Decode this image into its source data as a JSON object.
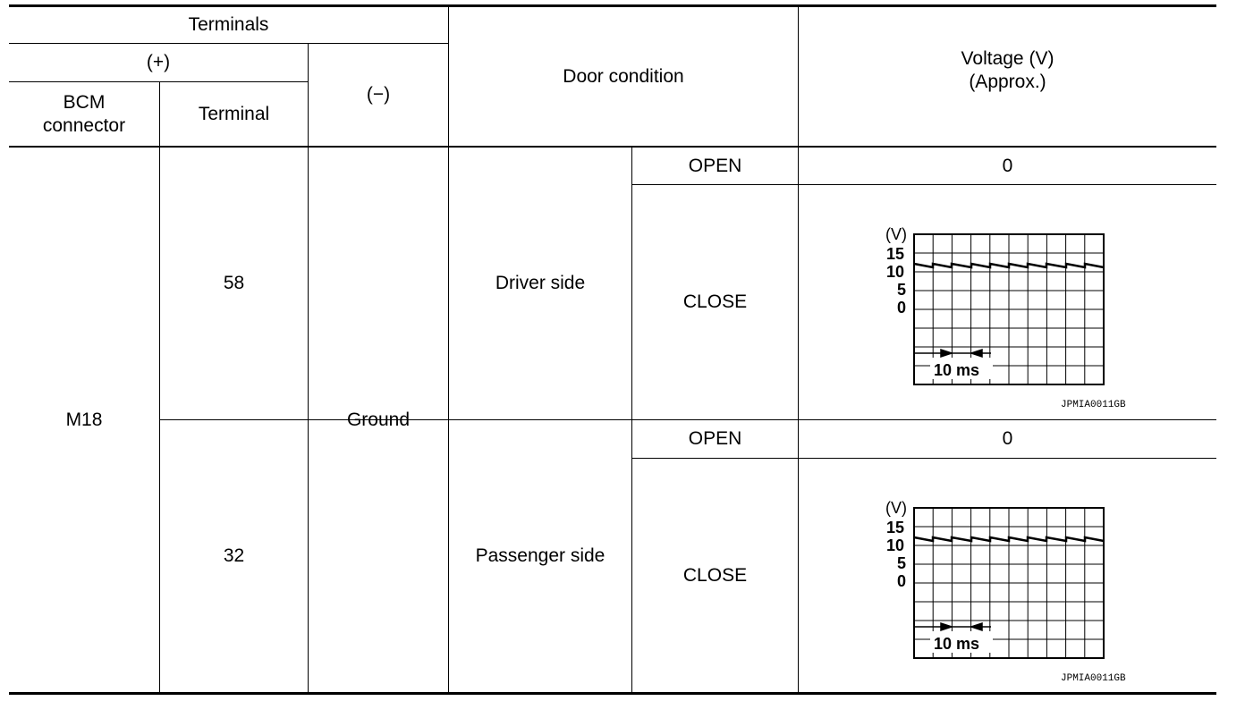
{
  "header": {
    "terminals": "Terminals",
    "plus": "(+)",
    "minus": "(−)",
    "bcm_connector": "BCM\nconnector",
    "terminal": "Terminal",
    "door_condition": "Door condition",
    "voltage": "Voltage (V)\n(Approx.)"
  },
  "body": {
    "connector": "M18",
    "ground": "Ground",
    "rows": [
      {
        "terminal": "58",
        "door": "Driver side",
        "open_label": "OPEN",
        "open_value": "0",
        "close_label": "CLOSE",
        "scope": {
          "unit": "(V)",
          "ticks": [
            "15",
            "10",
            "5",
            "0"
          ],
          "timebase": "10 ms",
          "code": "JPMIA0011GB"
        }
      },
      {
        "terminal": "32",
        "door": "Passenger side",
        "open_label": "OPEN",
        "open_value": "0",
        "close_label": "CLOSE",
        "scope": {
          "unit": "(V)",
          "ticks": [
            "15",
            "10",
            "5",
            "0"
          ],
          "timebase": "10 ms",
          "code": "JPMIA0011GB"
        }
      }
    ]
  }
}
